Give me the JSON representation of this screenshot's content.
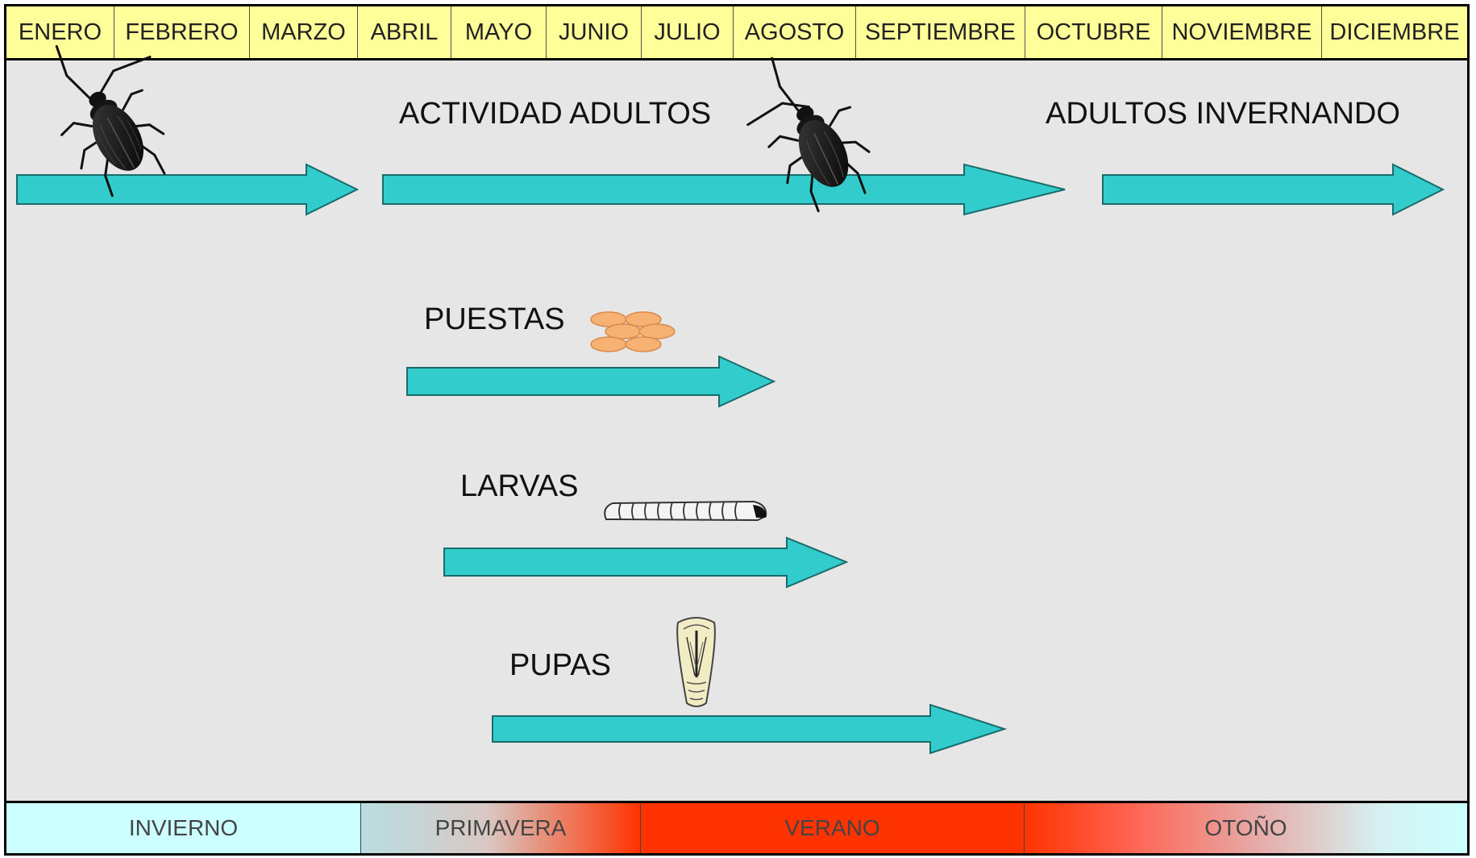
{
  "months": [
    "ENERO",
    "FEBRERO",
    "MARZO",
    "ABRIL",
    "MAYO",
    "JUNIO",
    "JULIO",
    "AGOSTO",
    "SEPTIEMBRE",
    "OCTUBRE",
    "NOVIEMBRE",
    "DICIEMBRE"
  ],
  "stages": {
    "adult_activity": "ACTIVIDAD ADULTOS",
    "adult_overwintering": "ADULTOS INVERNANDO",
    "eggs": "PUESTAS",
    "larvae": "LARVAS",
    "pupae": "PUPAS"
  },
  "seasons": [
    "INVIERNO",
    "PRIMAVERA",
    "VERANO",
    "OTOÑO"
  ],
  "colors": {
    "arrow_fill": "#33cccc",
    "month_bar": "#ffff99",
    "panel": "#e6e6e6",
    "egg": "#f7b173",
    "summer": "#ff3300",
    "winter": "#ccffff"
  },
  "icons": [
    "beetle-icon",
    "eggs-icon",
    "larva-icon",
    "pupa-icon"
  ]
}
